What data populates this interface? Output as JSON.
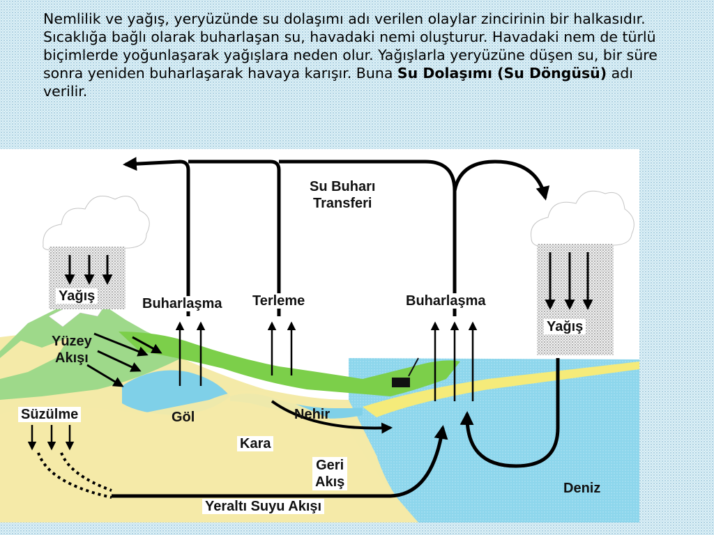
{
  "intro": {
    "text_before": "Nemlilik ve yağış, yeryüzünde su dolaşımı adı verilen olaylar zincirinin bir halkasıdır. Sıcaklığa bağlı olarak buharlaşan su, havadaki nemi oluşturur. Havadaki nem de türlü biçimlerde yoğunlaşarak yağışlara neden olur. Yağışlarla yeryüzüne düşen su, bir süre sonra yeniden buharlaşarak havaya karışır. Buna ",
    "bold_term": "Su Dolaşımı (Su Döngüsü)",
    "text_after": " adı verilir."
  },
  "diagram": {
    "labels": {
      "vapor_transfer": "Su Buharı\nTransferi",
      "rain_left": "Yağış",
      "rain_right": "Yağış",
      "evaporation_left": "Buharlaşma",
      "transpiration": "Terleme",
      "evaporation_right": "Buharlaşma",
      "surface_runoff": "Yüzey\nAkışı",
      "infiltration": "Süzülme",
      "lake": "Göl",
      "river": "Nehir",
      "land": "Kara",
      "return_flow": "Geri\nAkış",
      "sea": "Deniz",
      "groundwater_flow": "Yeraltı Suyu Akışı"
    },
    "colors": {
      "water": "#7fd0e8",
      "sea": "#8dd6ec",
      "land": "#f4eaa8",
      "grass": "#7ccf4a",
      "cloud": "#d9d9d9",
      "arrow": "#000000"
    }
  }
}
